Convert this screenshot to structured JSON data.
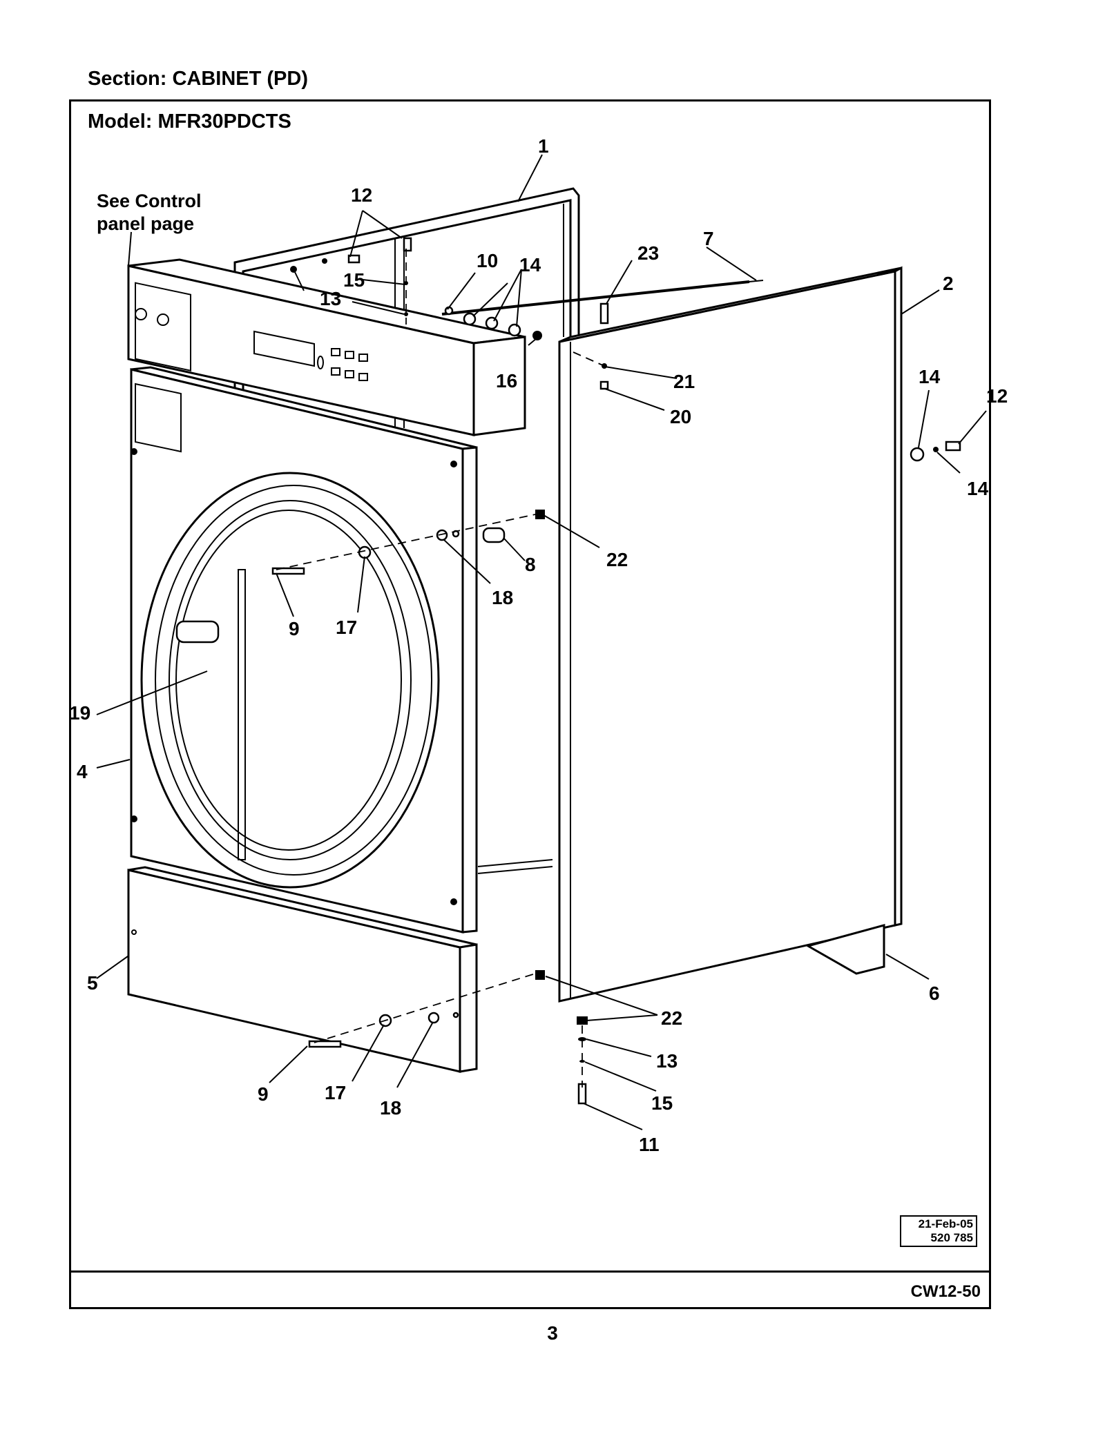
{
  "section": "Section:  CABINET (PD)",
  "model": "Model:  MFR30PDCTS",
  "note": [
    "See Control",
    "panel page"
  ],
  "callouts": {
    "c1": "1",
    "c2": "2",
    "c4": "4",
    "c5": "5",
    "c6": "6",
    "c7": "7",
    "c8": "8",
    "c9a": "9",
    "c9b": "9",
    "c10": "10",
    "c11": "11",
    "c12a": "12",
    "c12b": "12",
    "c13a": "13",
    "c13b": "13",
    "c14a": "14",
    "c14b": "14",
    "c14c": "14",
    "c15a": "15",
    "c15b": "15",
    "c16": "16",
    "c17a": "17",
    "c17b": "17",
    "c18a": "18",
    "c18b": "18",
    "c19": "19",
    "c20": "20",
    "c21": "21",
    "c22a": "22",
    "c22b": "22",
    "c23": "23"
  },
  "stamp": {
    "date": "21-Feb-05",
    "number": "520 785"
  },
  "doc_code": "CW12-50",
  "page_number": "3"
}
